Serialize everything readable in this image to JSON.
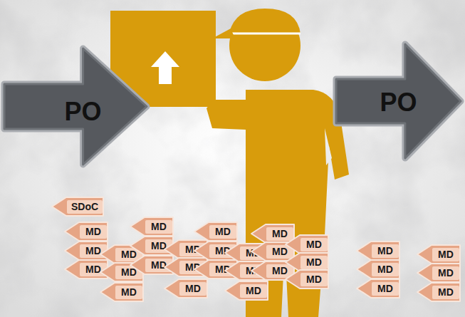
{
  "diagram": {
    "nodes": [
      {
        "text": [
          "PO"
        ]
      },
      {
        "text": [
          "PO"
        ]
      },
      {
        "text": [
          "SDoC"
        ]
      },
      {
        "text": [
          "MD"
        ]
      },
      {
        "text": [
          "MD"
        ]
      },
      {
        "text": [
          "MD"
        ]
      },
      {
        "text": [
          "MD"
        ]
      },
      {
        "text": [
          "MD"
        ]
      },
      {
        "text": [
          "MD"
        ]
      },
      {
        "text": [
          "MD"
        ]
      },
      {
        "text": [
          "MD"
        ]
      },
      {
        "text": [
          "MD"
        ]
      },
      {
        "text": [
          "MD"
        ]
      },
      {
        "text": [
          "MD"
        ]
      },
      {
        "text": [
          "MD"
        ]
      },
      {
        "text": [
          "MD"
        ]
      },
      {
        "text": [
          "MD"
        ]
      },
      {
        "text": [
          "MD"
        ]
      },
      {
        "text": [
          "MD"
        ]
      },
      {
        "text": [
          "MD"
        ]
      },
      {
        "text": [
          "MD"
        ]
      },
      {
        "text": [
          "MD"
        ]
      },
      {
        "text": [
          "MD"
        ]
      },
      {
        "text": [
          "MD"
        ]
      },
      {
        "text": [
          "MD"
        ]
      },
      {
        "text": [
          "MD"
        ]
      },
      {
        "text": [
          "MD"
        ]
      },
      {
        "text": [
          "MD"
        ]
      },
      {
        "text": [
          "MD"
        ]
      },
      {
        "text": [
          "MD"
        ]
      },
      {
        "text": [
          "MD"
        ]
      },
      {
        "text": [
          "MD"
        ]
      },
      {
        "text": [
          "MD"
        ]
      }
    ]
  }
}
